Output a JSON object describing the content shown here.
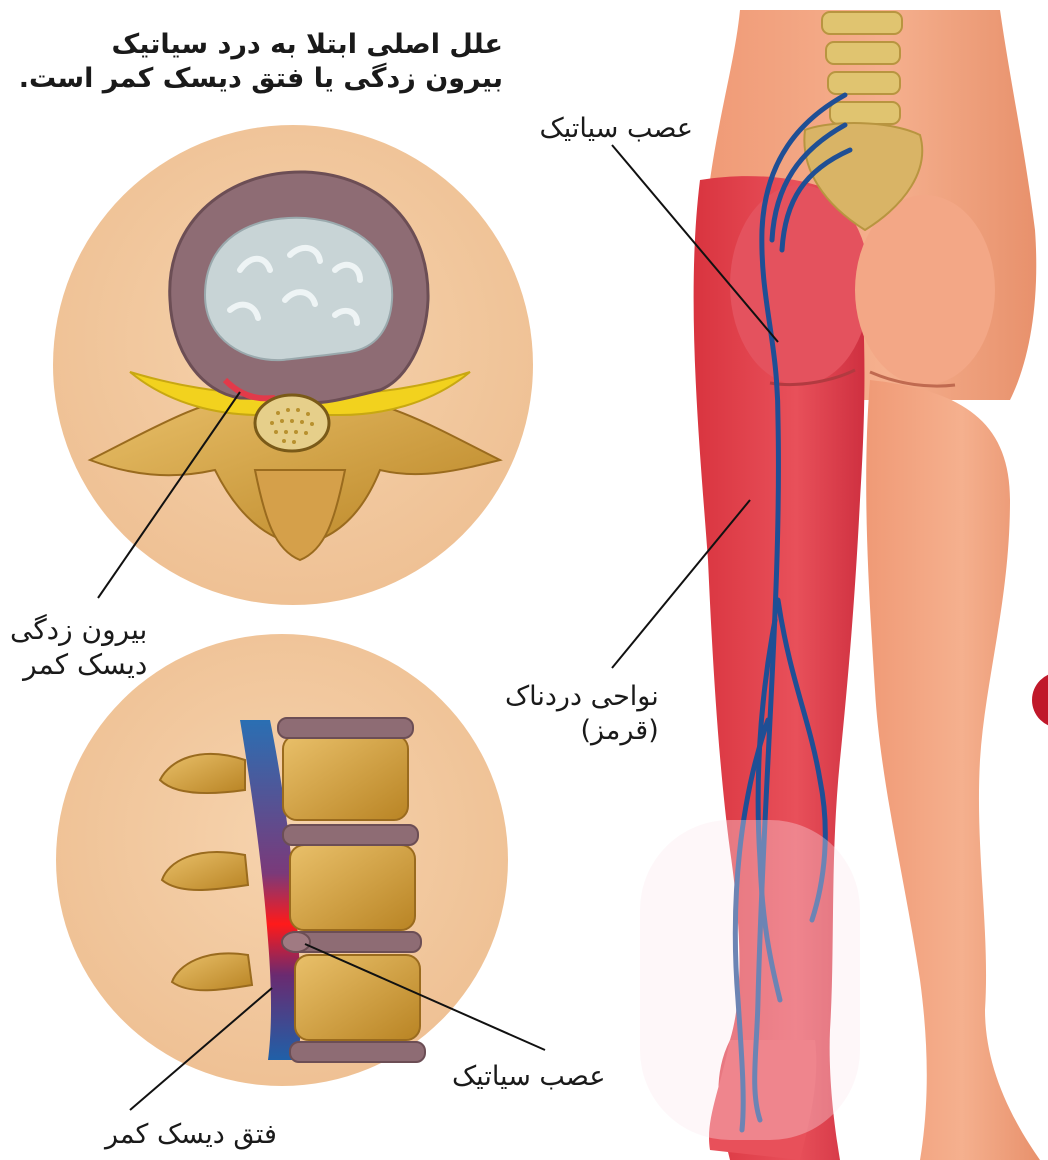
{
  "title": {
    "line1": "علل اصلی ابتلا به درد سیاتیک",
    "line2": "بیرون زدگی یا فتق دیسک کمر است."
  },
  "labels": {
    "sciatic_nerve_top": "عصب سیاتیک",
    "disc_bulge": {
      "line1": "بیرون زدگی",
      "line2": "دیسک کمر"
    },
    "painful_areas": {
      "line1": "نواحی دردناک",
      "line2": "(قرمز)"
    },
    "sciatic_nerve_bottom": "عصب سیاتیک",
    "disc_herniation": "فتق دیسک کمر"
  },
  "colors": {
    "circle_bg": "#f2c9a0",
    "skin": "#f1a27e",
    "pain_red": "#e0404a",
    "nerve_blue": "#1f4f95",
    "bone": "#d9a441",
    "disc": "#8e6c74"
  }
}
